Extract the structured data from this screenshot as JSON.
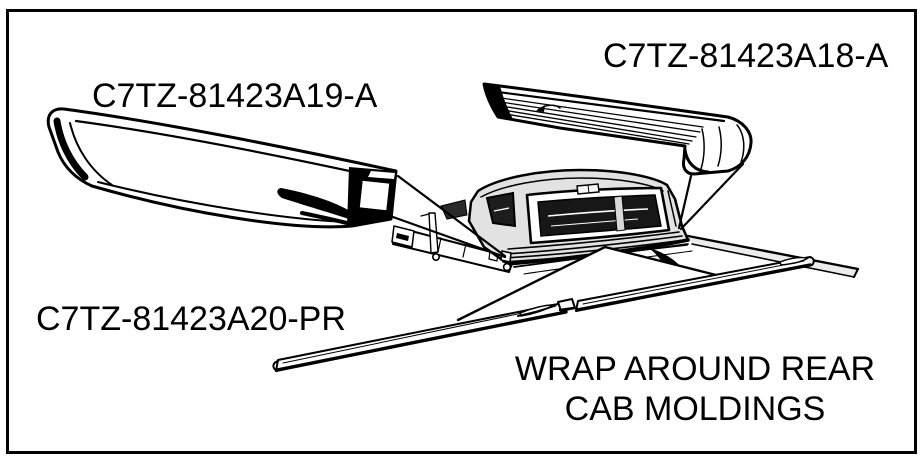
{
  "figure": {
    "type": "parts-diagram",
    "caption": {
      "line1": "WRAP AROUND REAR",
      "line2": "CAB MOLDINGS"
    },
    "part_labels": {
      "upper_left_molding": "C7TZ-81423A19-A",
      "upper_right_molding": "C7TZ-81423A18-A",
      "lower_strip_pair": "C7TZ-81423A20-PR"
    },
    "colors": {
      "ink": "#000000",
      "paper": "#ffffff",
      "cab_shade": "#e2e2e2",
      "rail_shade": "#dedede",
      "glass": "#171717"
    }
  }
}
